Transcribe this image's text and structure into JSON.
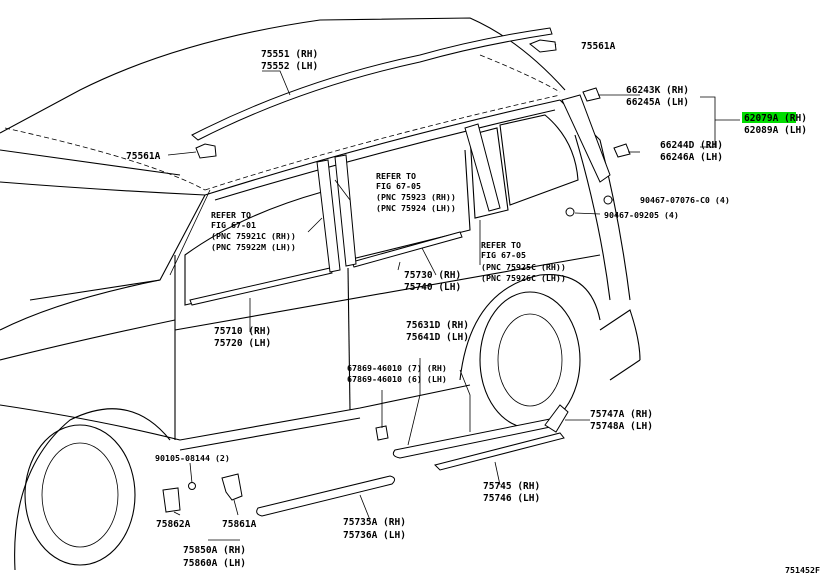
{
  "diagram_id": "751452F",
  "highlight_color": "#00dd00",
  "labels": {
    "p75551": "75551 (RH)",
    "p75552": "75552 (LH)",
    "p75561a_top": "75561A",
    "p75561a_left": "75561A",
    "p66243k": "66243K (RH)",
    "p66245a": "66245A (LH)",
    "p62079a": "62079A (RH)",
    "p62089a": "62089A (LH)",
    "p66244d": "66244D (RH)",
    "p66246a": "66246A (LH)",
    "p90467_07076": "90467-07076-C0 (4)",
    "p90467_09205": "90467-09205 (4)",
    "ref_a_1": "REFER TO",
    "ref_a_2": "FIG 67-05",
    "ref_a_3": "(PNC 75923 (RH))",
    "ref_a_4": "(PNC 75924 (LH))",
    "ref_b_1": "REFER TO",
    "ref_b_2": "FIG 67-01",
    "ref_b_3": "(PNC 75921C (RH))",
    "ref_b_4": "(PNC 75922M (LH))",
    "ref_c_1": "REFER TO",
    "ref_c_2": "FIG 67-05",
    "ref_c_3": "(PNC 75925C (RH))",
    "ref_c_4": "(PNC 75926C (LH))",
    "p75730": "75730 (RH)",
    "p75740": "75740 (LH)",
    "p75710": "75710 (RH)",
    "p75720": "75720 (LH)",
    "p75631d": "75631D (RH)",
    "p75641d": "75641D (LH)",
    "p67869_7": "67869-46010 (7) (RH)",
    "p67869_6": "67869-46010 (6) (LH)",
    "p75747a": "75747A (RH)",
    "p75748a": "75748A (LH)",
    "p90105": "90105-08144 (2)",
    "p75862a": "75862A",
    "p75861a": "75861A",
    "p75850a": "75850A (RH)",
    "p75860a": "75860A (LH)",
    "p75745": "75745 (RH)",
    "p75746": "75746 (LH)",
    "p75735a": "75735A (RH)",
    "p75736a": "75736A (LH)"
  }
}
